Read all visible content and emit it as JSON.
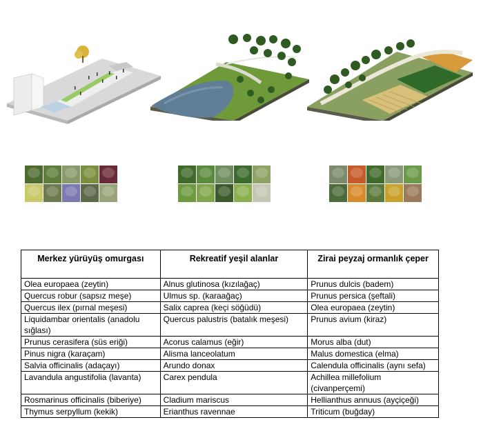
{
  "scenes": [
    {
      "name": "Merkez yürüyüş omurgası"
    },
    {
      "name": "Rekreatif yeşil alanlar"
    },
    {
      "name": "Zirai peyzaj ormanlık çeper"
    }
  ],
  "thumbnail_colors": [
    [
      "#4d6b2f",
      "#5e7d3a",
      "#879a6b",
      "#7a8f3e",
      "#6b2a3a",
      "#c9c96a",
      "#6c7a4f",
      "#7b79b0",
      "#5d6a4a",
      "#9aa47a"
    ],
    [
      "#3f6a2a",
      "#5b8a3c",
      "#6f8f60",
      "#3d6b2d",
      "#8fa364",
      "#6d9a3f",
      "#7fa64a",
      "#3c5a2c",
      "#8ab04e",
      "#c5c7b5"
    ],
    [
      "#7a8a6a",
      "#c75a2a",
      "#3f6a2a",
      "#8a9a7a",
      "#6c9a4a",
      "#4d6b3a",
      "#d98a2a",
      "#5b7a3a",
      "#c9a02a",
      "#9a7a5a"
    ]
  ],
  "table": {
    "headers": [
      "Merkez yürüyüş omurgası",
      "Rekreatif yeşil alanlar",
      "Zirai peyzaj ormanlık çeper"
    ],
    "rows": [
      [
        "Olea europaea (zeytin)",
        "Alnus glutinosa (kızılağaç)",
        "Prunus dulcis (badem)"
      ],
      [
        "Quercus robur (sapsız meşe)",
        "Ulmus sp. (karaağaç)",
        "Prunus persica (şeftali)"
      ],
      [
        "Quercus ilex (pırnal meşesi)",
        "Salix caprea (keçi söğüdü)",
        "Olea europaea (zeytin)"
      ],
      [
        "Liquidambar orientalis (anadolu sığlası)",
        "Quercus palustris (batalık meşesi)",
        "Prunus avium (kiraz)"
      ],
      [
        "Prunus cerasifera (süs eriği)",
        "Acorus calamus (eğir)",
        "Morus alba (dut)"
      ],
      [
        "Pinus nigra (karaçam)",
        "Alisma lanceolatum",
        "Malus domestica (elma)"
      ],
      [
        "Salvia officinalis (adaçayı)",
        "Arundo donax",
        "Calendula officinalis (aynı sefa)"
      ],
      [
        "Lavandula angustifolia (lavanta)",
        "Carex pendula",
        "Achillea millefolium (civanperçemi)"
      ],
      [
        "Rosmarinus officinalis (biberiye)",
        "Cladium mariscus",
        "Hellianthus annuus (ayçiçeği)"
      ],
      [
        "Thymus serpyllum (kekik)",
        "Erianthus ravennae",
        "Triticum (buğday)"
      ]
    ]
  }
}
